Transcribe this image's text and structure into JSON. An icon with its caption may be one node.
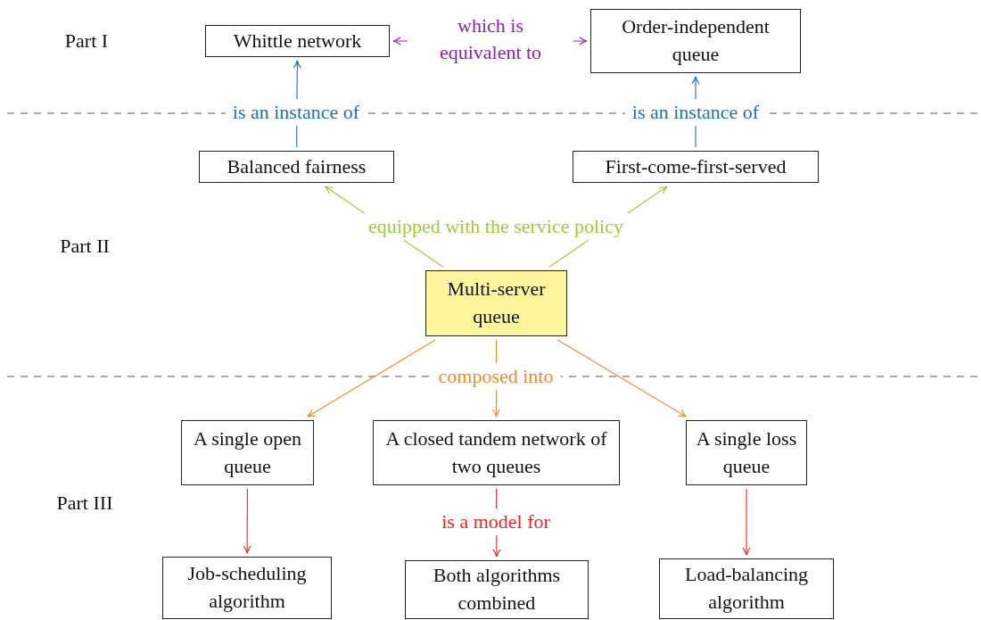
{
  "diagram": {
    "nodes": [
      {
        "text": [
          "Whittle network"
        ]
      },
      {
        "text": [
          "Order-independent queue"
        ]
      },
      {
        "text": [
          "Balanced fairness"
        ]
      },
      {
        "text": [
          "First-come-first-served"
        ]
      },
      {
        "text": [
          "Multi-server queue"
        ]
      },
      {
        "text": [
          "A single open queue"
        ]
      },
      {
        "text": [
          "A closed tandem network of two queues"
        ]
      },
      {
        "text": [
          "A single loss queue"
        ]
      },
      {
        "text": [
          "Job-scheduling algorithm"
        ]
      },
      {
        "text": [
          "Both algorithms combined"
        ]
      },
      {
        "text": [
          "Load-balancing algorithm"
        ]
      }
    ],
    "edges": [
      {
        "from": 0,
        "to": 1,
        "arrow": "both",
        "label": "which is equivalent to",
        "color": "#8e24aa"
      },
      {
        "from": 2,
        "to": 0,
        "arrow": "to",
        "label": "is an instance of",
        "color": "#1f6fb2"
      },
      {
        "from": 3,
        "to": 1,
        "arrow": "to",
        "label": "is an instance of",
        "color": "#1f6fb2"
      },
      {
        "from": 4,
        "to": 2,
        "arrow": "to",
        "label": "equipped with the service policy",
        "color": "#9acd32"
      },
      {
        "from": 4,
        "to": 3,
        "arrow": "to",
        "color": "#9acd32"
      },
      {
        "from": 4,
        "to": 5,
        "arrow": "to",
        "color": "#f28c28"
      },
      {
        "from": 4,
        "to": 6,
        "arrow": "to",
        "label": "composed into",
        "color": "#f28c28"
      },
      {
        "from": 4,
        "to": 7,
        "arrow": "to",
        "color": "#f28c28"
      },
      {
        "from": 5,
        "to": 8,
        "arrow": "to",
        "color": "#ee2222"
      },
      {
        "from": 6,
        "to": 9,
        "arrow": "to",
        "label": "is a model for",
        "color": "#ee2222"
      },
      {
        "from": 7,
        "to": 10,
        "arrow": "to",
        "color": "#ee2222"
      }
    ],
    "labels": [
      "Part I",
      "Part II",
      "Part III"
    ]
  }
}
